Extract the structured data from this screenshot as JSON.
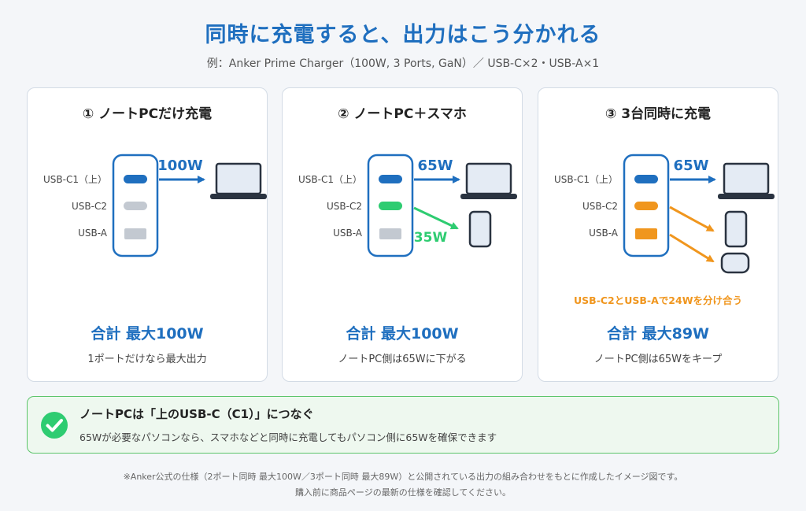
{
  "header": {
    "title": "同時に充電すると、出力はこう分かれる",
    "subtitle": "例：Anker Prime Charger（100W, 3 Ports, GaN）／ USB-C×2・USB-A×1"
  },
  "ports": {
    "c1": "USB-C1（上）",
    "c2": "USB-C2",
    "a": "USB-A"
  },
  "panels": [
    {
      "title": "① ノートPCだけ充電",
      "laptop_watts": "100W",
      "total": "合計 最大100W",
      "note": "1ポートだけなら最大出力"
    },
    {
      "title": "② ノートPC＋スマホ",
      "laptop_watts": "65W",
      "phone_watts": "35W",
      "total": "合計 最大100W",
      "note": "ノートPC側は65Wに下がる"
    },
    {
      "title": "③ 3台同時に充電",
      "laptop_watts": "65W",
      "shared_note": "USB-C2とUSB-Aで24Wを分け合う",
      "total": "合計 最大89W",
      "note": "ノートPC側は65Wをキープ"
    }
  ],
  "tip": {
    "title": "ノートPCは「上のUSB-C（C1）」につなぐ",
    "text": "65Wが必要なパソコンなら、スマホなどと同時に充電してもパソコン側に65Wを確保できます",
    "icon": "check-circle-icon"
  },
  "footnotes": [
    "※Anker公式の仕様（2ポート同時 最大100W／3ポート同時 最大89W）と公開されている出力の組み合わせをもとに作成したイメージ図です。",
    "購入前に商品ページの最新の仕様を確認してください。"
  ],
  "colors": {
    "accent_blue": "#1f6fbf",
    "green": "#2ecc71",
    "orange": "#f0961e",
    "inactive_gray": "#c3c9d1"
  }
}
